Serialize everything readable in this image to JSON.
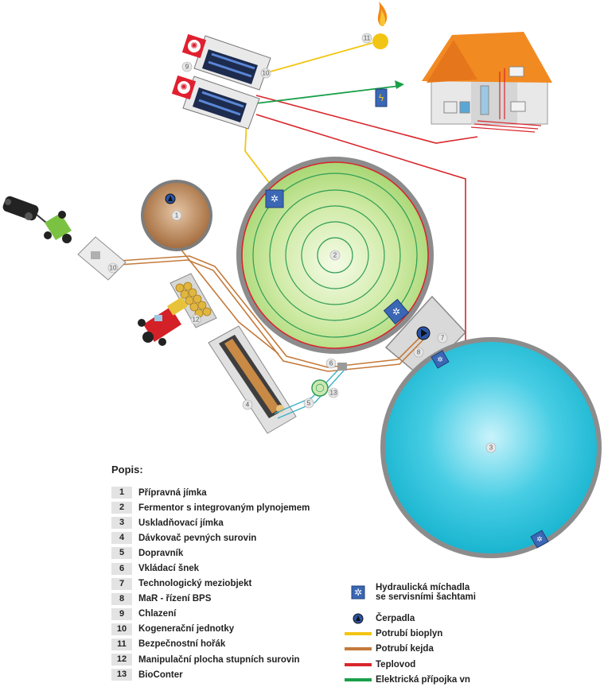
{
  "colors": {
    "biogas": "#f2c514",
    "slurry": "#c47a3a",
    "heat": "#d8262b",
    "electric": "#1aa04a",
    "fermenter": "#c7e79a",
    "storage": "#3fc9e0",
    "prep_tank": "#b07a4e"
  },
  "markers": {
    "m1": "1",
    "m2": "2",
    "m3": "3",
    "m4": "4",
    "m5": "5",
    "m6": "6",
    "m7": "7",
    "m8": "8",
    "m9": "9",
    "m10a": "10",
    "m10b": "10",
    "m11": "11",
    "m12": "12",
    "m13": "13"
  },
  "legend": {
    "title": "Popis:",
    "items": [
      {
        "num": "1",
        "label": "Přípravná jímka"
      },
      {
        "num": "2",
        "label": "Fermentor s integrovaným plynojemem"
      },
      {
        "num": "3",
        "label": "Uskladňovací jímka"
      },
      {
        "num": "4",
        "label": "Dávkovač pevných surovin"
      },
      {
        "num": "5",
        "label": "Dopravník"
      },
      {
        "num": "6",
        "label": "Vkládací šnek"
      },
      {
        "num": "7",
        "label": "Technologický meziobjekt"
      },
      {
        "num": "8",
        "label": "MaR - řízení BPS"
      },
      {
        "num": "9",
        "label": "Chlazení"
      },
      {
        "num": "10",
        "label": "Kogenerační jednotky"
      },
      {
        "num": "11",
        "label": "Bezpečnostní hořák"
      },
      {
        "num": "12",
        "label": "Manipulační plocha stupních surovin"
      },
      {
        "num": "13",
        "label": "BioConter"
      }
    ]
  },
  "symbols": {
    "mixer_line1": "Hydraulická míchadla",
    "mixer_line2": "se servisními šachtami",
    "mixer_icon": "fan-icon",
    "pump": "Čerpadla",
    "pump_icon": "pump-icon",
    "biogas_pipe": "Potrubí bioplyn",
    "slurry_pipe": "Potrubí kejda",
    "heat_pipe": "Teplovod",
    "electric_line": "Elektrická přípojka vn"
  }
}
